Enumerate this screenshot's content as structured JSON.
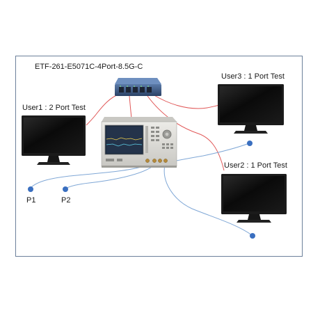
{
  "diagram": {
    "title": "ETF-261-E5071C-4Port-8.5G-C",
    "user1_label": "User1 : 2 Port Test",
    "user2_label": "User2 : 1 Port Test",
    "user3_label": "User3 : 1 Port Test",
    "port1_label": "P1",
    "port2_label": "P2"
  },
  "colors": {
    "frame": "#6b7f9a",
    "ethernet_cable": "#e05555",
    "rf_cable": "#7fa7d6",
    "port_dot": "#3a6fc0",
    "monitor_bezel": "#1b1b1b",
    "screen": "#0c0c0c",
    "switch_body": "#3d5a80",
    "instrument_body": "#d9d9d6"
  },
  "icons": [
    "network-switch-icon",
    "network-analyzer-icon",
    "monitor-icon",
    "rf-port-icon"
  ]
}
